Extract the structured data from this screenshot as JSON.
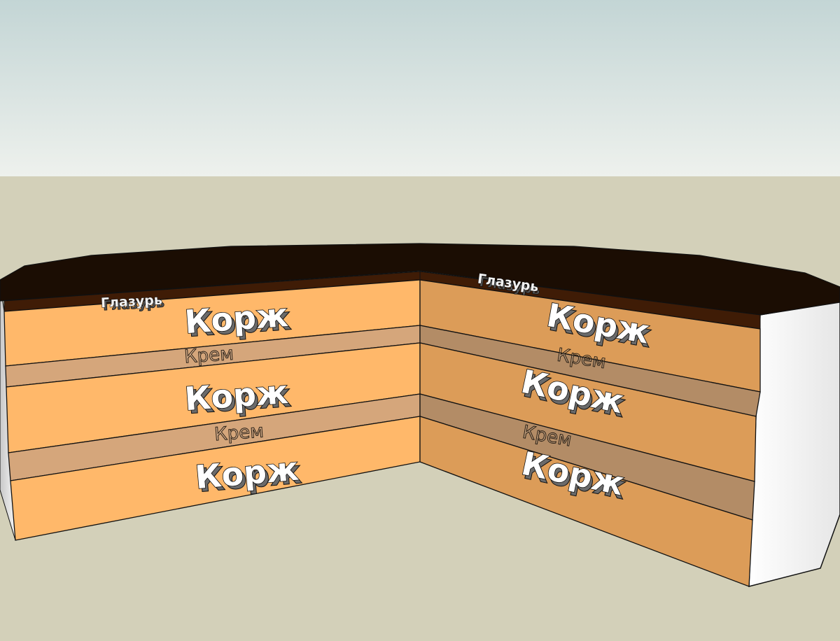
{
  "colors": {
    "sky_top": "#c3d5d5",
    "sky_bottom": "#edf0ec",
    "ground": "#d3d0b9",
    "glaze_top": "#1b0d03",
    "glaze_side": "#3f1c06",
    "korzh_left": "#ffb86a",
    "krem_left": "#d5a67b",
    "korzh_right": "#dc9c58",
    "krem_right": "#b38c66",
    "outer_side": "#f4f4f4",
    "edge": "#111111"
  },
  "left_face": {
    "glaze_label": "Глазурь",
    "layers": [
      {
        "label": "Корж"
      },
      {
        "label": "Крем"
      },
      {
        "label": "Корж"
      },
      {
        "label": "Крем"
      },
      {
        "label": "Корж"
      }
    ]
  },
  "right_face": {
    "glaze_label": "Глазурь",
    "layers": [
      {
        "label": "Корж"
      },
      {
        "label": "Крем"
      },
      {
        "label": "Корж"
      },
      {
        "label": "Крем"
      },
      {
        "label": "Корж"
      }
    ]
  }
}
